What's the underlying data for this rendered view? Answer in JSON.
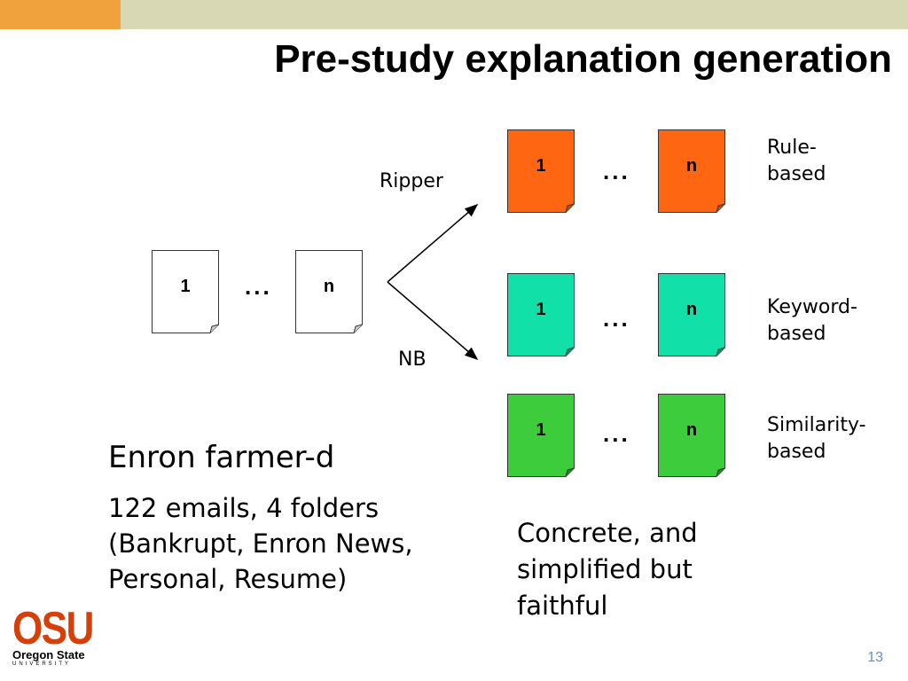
{
  "slide": {
    "title": "Pre-study explanation generation",
    "page_number": "13"
  },
  "colors": {
    "accent": "#f0a23c",
    "topbar": "#d8d8b4",
    "doc_input": "#ffffff",
    "doc_rule": "#ff6611",
    "doc_keyword": "#11e0a8",
    "doc_similarity": "#3ccc3c"
  },
  "diagram": {
    "input_docs": {
      "first": "1",
      "ellipsis": "...",
      "last": "n"
    },
    "edges": {
      "ripper": "Ripper",
      "nb": "NB"
    },
    "groups": [
      {
        "first": "1",
        "ellipsis": "...",
        "last": "n",
        "label": "Rule-\nbased"
      },
      {
        "first": "1",
        "ellipsis": "...",
        "last": "n",
        "label": "Keyword-\nbased"
      },
      {
        "first": "1",
        "ellipsis": "...",
        "last": "n",
        "label": "Similarity-\nbased"
      }
    ]
  },
  "dataset": {
    "title": "Enron farmer-d",
    "description": "122 emails, 4 folders (Bankrupt, Enron News, Personal, Resume)"
  },
  "note": "Concrete, and simplified but faithful",
  "logo": {
    "name": "OSU",
    "line1": "Oregon State",
    "line2": "UNIVERSITY"
  }
}
